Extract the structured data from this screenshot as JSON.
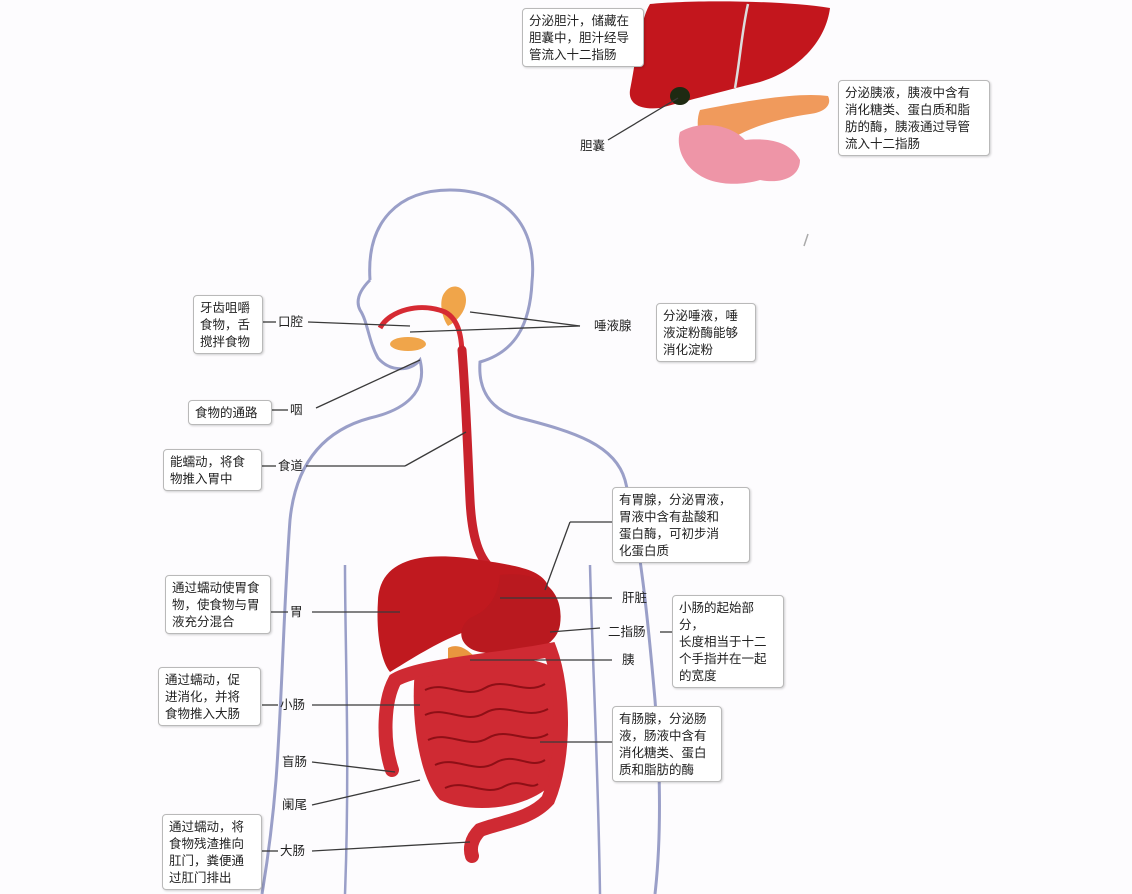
{
  "organs": {
    "mouth": "口腔",
    "pharynx": "咽",
    "esophagus": "食道",
    "stomach": "胃",
    "small_intestine": "小肠",
    "cecum": "盲肠",
    "appendix": "阑尾",
    "large_intestine": "大肠",
    "salivary_gland": "唾液腺",
    "liver": "肝脏",
    "duodenum": "二指肠",
    "pancreas": "胰",
    "gallbladder": "胆囊"
  },
  "notes": {
    "liver_top": [
      "分泌胆汁，储藏在",
      "胆囊中，胆汁经导",
      "管流入十二指肠"
    ],
    "pancreas_top": [
      "分泌胰液，胰液中含有",
      "消化糖类、蛋白质和脂",
      "肪的酶，胰液通过导管",
      "流入十二指肠"
    ],
    "mouth": [
      "牙齿咀嚼",
      "食物，舌",
      "搅拌食物"
    ],
    "pharynx": [
      "食物的通路"
    ],
    "esophagus": [
      "能蠕动，将食",
      "物推入胃中"
    ],
    "salivary": [
      "分泌唾液，唾",
      "液淀粉酶能够",
      "消化淀粉"
    ],
    "stomach_right": [
      "有胃腺，分泌胃液，",
      "胃液中含有盐酸和",
      "蛋白酶，可初步消",
      "化蛋白质"
    ],
    "stomach_left": [
      "通过蠕动使胃食",
      "物，使食物与胃",
      "液充分混合"
    ],
    "duodenum": [
      "小肠的起始部分，",
      "长度相当于十二",
      "个手指并在一起",
      "的宽度"
    ],
    "small_intestine_left": [
      "通过蠕动，促",
      "进消化，并将",
      "食物推入大肠"
    ],
    "small_intestine_right": [
      "有肠腺，分泌肠",
      "液，肠液中含有",
      "消化糖类、蛋白",
      "质和脂肪的酶"
    ],
    "large_intestine": [
      "通过蠕动，将",
      "食物残渣推向",
      "肛门，粪便通",
      "过肛门排出"
    ]
  }
}
